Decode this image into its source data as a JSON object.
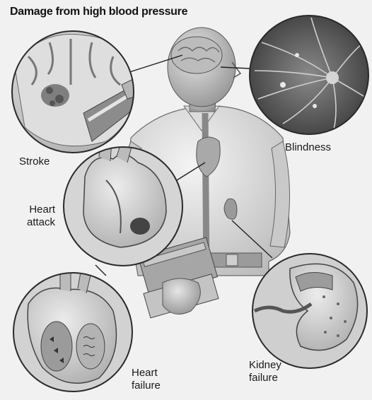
{
  "title": "Damage from high blood pressure",
  "labels": {
    "stroke": "Stroke",
    "blindness": "Blindness",
    "heart_attack": [
      "Heart",
      "attack"
    ],
    "heart_failure": [
      "Heart",
      "failure"
    ],
    "kidney_failure": [
      "Kidney",
      "failure"
    ]
  },
  "colors": {
    "background": "#f1f1f1",
    "ink": "#1a1a1a",
    "figure_shade": "#cfcfcf",
    "inset_fill": "#d8d8d8",
    "inset_border": "#2a2a2a"
  }
}
